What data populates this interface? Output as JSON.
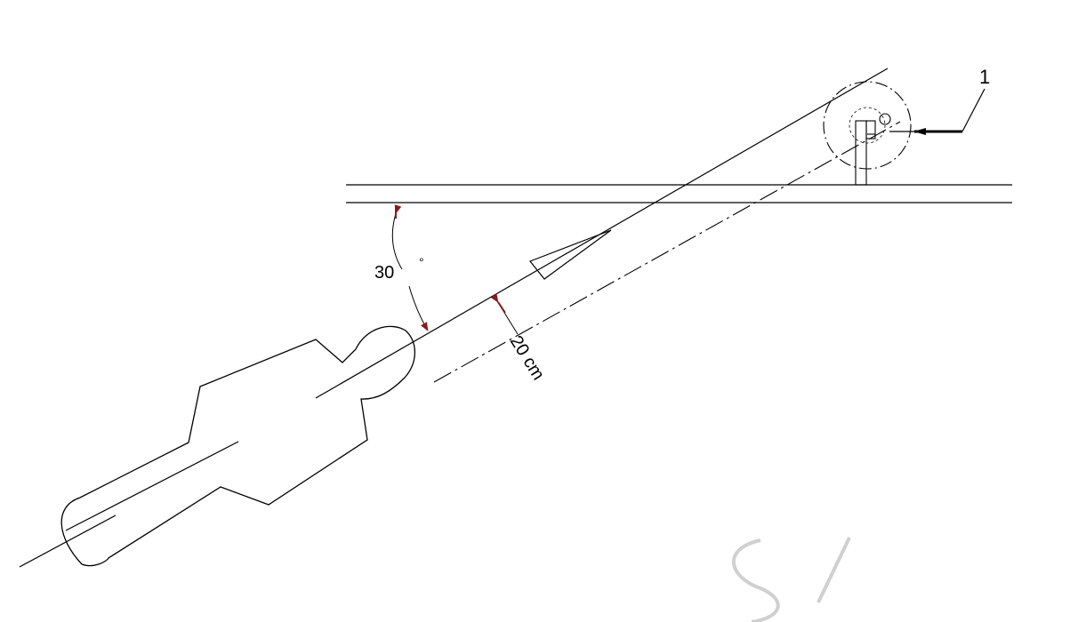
{
  "diagram": {
    "angle_value": "30",
    "angle_unit": "°",
    "offset_label": "20 cm",
    "callout_number": "1"
  },
  "colors": {
    "line": "#000000",
    "arrow": "#8b1a1a",
    "watermark": "#d0d0d0"
  }
}
